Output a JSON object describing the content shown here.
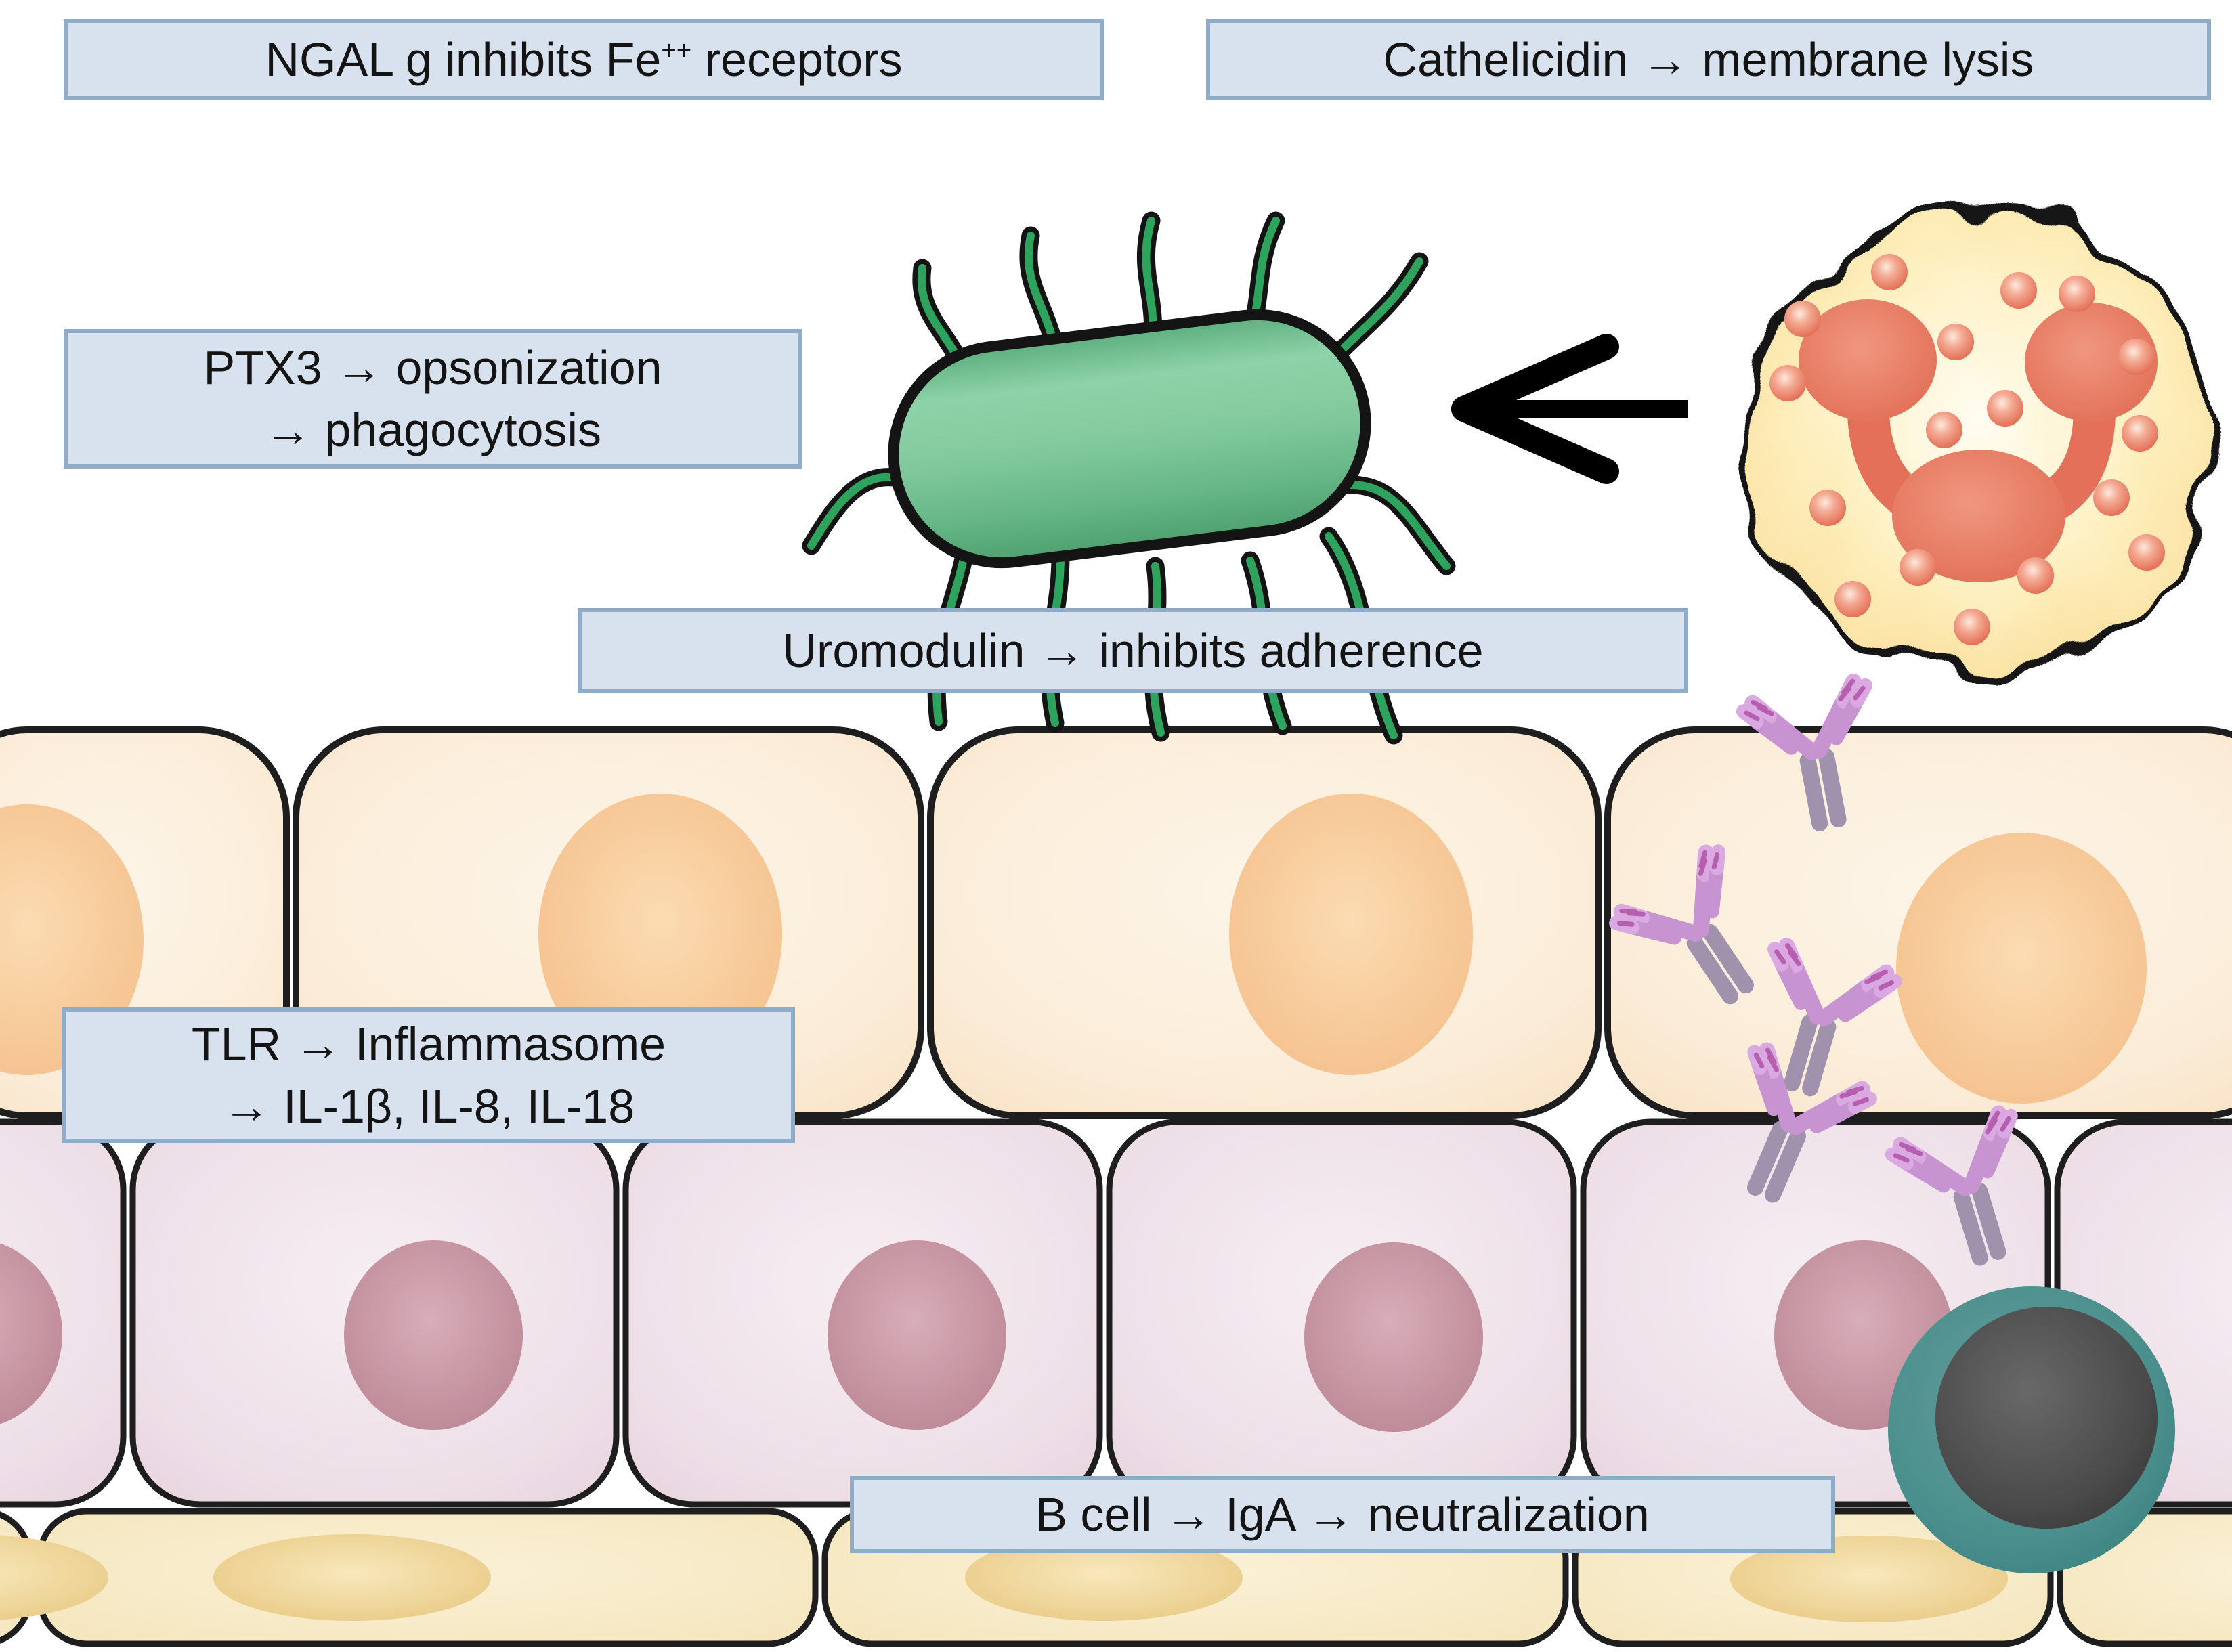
{
  "labels": {
    "ngal": {
      "pre": "NGAL g inhibits Fe",
      "sup": "++",
      "post": " receptors"
    },
    "cathelicidin": "Cathelicidin → membrane lysis",
    "ptx3_line1": "PTX3 → opsonization",
    "ptx3_line2": "→ phagocytosis",
    "uromodulin": "Uromodulin → inhibits adherence",
    "tlr_line1": "TLR → Inflammasome",
    "tlr_line2": "→ IL-1β, IL-8, IL-18",
    "bcell": "B cell → IgA → neutralization"
  },
  "figures": {
    "bacterium": "rod-shaped-bacterium-figure",
    "neutrophil": "neutrophil-figure",
    "b_cell": "b-cell-figure",
    "antibody": "iga-antibody-icon",
    "arrow": "neutrophil-to-bacterium-arrow",
    "umbrella_layer": "umbrella-cell-layer",
    "intermediate_layer": "intermediate-cell-layer",
    "basal_layer": "basal-cell-layer"
  },
  "colors": {
    "box-fill": "#d8e1ee",
    "box-border": "#8fadc9",
    "label-text": "#141414",
    "bacterium-green": "#6fbf90",
    "flagella-green": "#2ea35e",
    "neutrophil-fill": "#fbd996",
    "neutrophil-nucleus": "#e5705a",
    "granule-red": "#e05f46",
    "umbrella-cell-fill": "#f9e6cb",
    "umbrella-nucleus": "#f4bd88",
    "pink-cell-fill": "#ecdce4",
    "pink-nucleus": "#bb8593",
    "basal-cell-fill": "#f6e8c2",
    "basal-nucleus": "#e9cb85",
    "bcell-teal": "#5fb8b5",
    "bcell-nucleus": "#646464",
    "antibody-purple": "#c794d1",
    "arrow-black": "#000000"
  }
}
